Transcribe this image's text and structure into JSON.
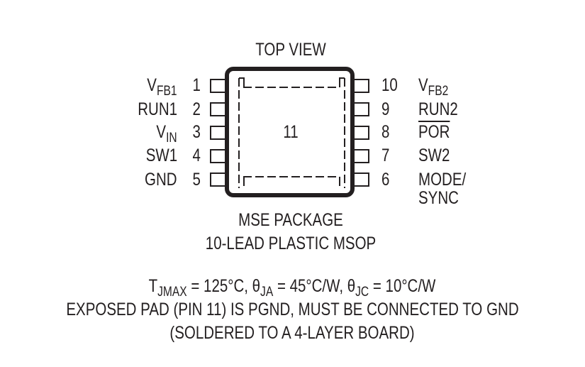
{
  "diagram": {
    "title": "TOP VIEW",
    "package_name": "MSE PACKAGE",
    "package_desc": "10-LEAD PLASTIC MSOP",
    "exposed_pad_number": "11",
    "left_pins": [
      {
        "number": "1",
        "name": "V",
        "sub": "FB1"
      },
      {
        "number": "2",
        "name": "RUN1",
        "sub": ""
      },
      {
        "number": "3",
        "name": "V",
        "sub": "IN"
      },
      {
        "number": "4",
        "name": "SW1",
        "sub": ""
      },
      {
        "number": "5",
        "name": "GND",
        "sub": ""
      }
    ],
    "right_pins": [
      {
        "number": "10",
        "name": "V",
        "sub": "FB2"
      },
      {
        "number": "9",
        "name": "RUN2",
        "sub": ""
      },
      {
        "number": "8",
        "name": "POR",
        "sub": "",
        "overline": true
      },
      {
        "number": "7",
        "name": "SW2",
        "sub": ""
      },
      {
        "number": "6",
        "name": "MODE/",
        "line2": "SYNC",
        "sub": ""
      }
    ],
    "notes": {
      "tjmax_label": "T",
      "tjmax_sub": "JMAX",
      "tjmax_value": " = 125°C, ",
      "theta_ja_label": "θ",
      "theta_ja_sub": "JA",
      "theta_ja_value": " = 45°C/W, ",
      "theta_jc_label": "θ",
      "theta_jc_sub": "JC",
      "theta_jc_value": " = 10°C/W",
      "line2": "EXPOSED PAD (PIN 11) IS PGND, MUST BE CONNECTED TO GND",
      "line3": "(SOLDERED TO A 4-LAYER BOARD)"
    }
  }
}
